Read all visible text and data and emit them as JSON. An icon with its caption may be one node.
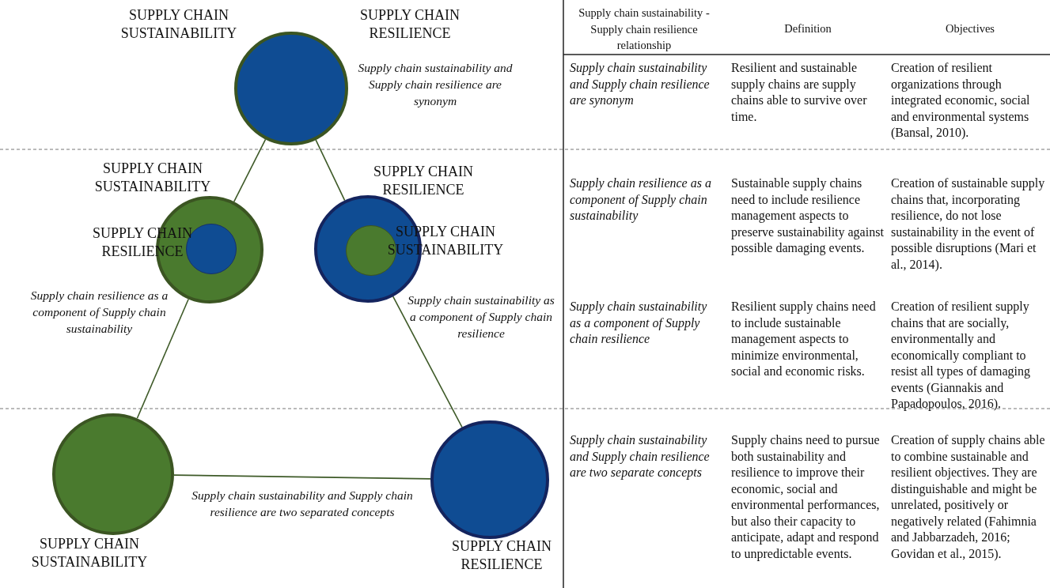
{
  "diagram": {
    "nodes": [
      {
        "text": [
          "SUPPLY CHAIN SUSTAINABILITY",
          "SUPPLY CHAIN RESILIENCE"
        ],
        "beside": [
          "Supply chain sustainability and Supply chain resilience are synonym"
        ]
      },
      {
        "text": [
          "SUPPLY CHAIN SUSTAINABILITY"
        ],
        "beside": [
          "Supply chain resilience as a component of Supply chain sustainability"
        ]
      },
      {
        "text": [
          "SUPPLY CHAIN RESILIENCE"
        ],
        "in": 1
      },
      {
        "text": [
          "SUPPLY CHAIN RESILIENCE"
        ],
        "beside": [
          "Supply chain sustainability as a component of Supply chain resilience"
        ]
      },
      {
        "text": [
          "SUPPLY CHAIN SUSTAINABILITY"
        ],
        "in": 3
      },
      {
        "text": [
          "SUPPLY CHAIN SUSTAINABILITY"
        ]
      },
      {
        "text": [
          "SUPPLY CHAIN RESILIENCE"
        ]
      }
    ],
    "edges": [
      {
        "from": 0,
        "to": 1,
        "arrow": "none"
      },
      {
        "from": 0,
        "to": 3,
        "arrow": "none"
      },
      {
        "from": 1,
        "to": 5,
        "arrow": "none"
      },
      {
        "from": 3,
        "to": 6,
        "arrow": "none"
      },
      {
        "from": 5,
        "to": 6,
        "arrow": "none",
        "label": "Supply chain sustainability and Supply chain resilience are two separated concepts"
      }
    ],
    "labels": [
      "Supply chain sustainability - Supply chain resilience relationship",
      "Definition",
      "Objectives",
      "Supply chain sustainability and Supply chain resilience are synonym",
      "Resilient and sustainable supply chains are supply chains able to survive over time.",
      "Creation of resilient organizations through integrated economic, social and environmental systems (Bansal, 2010).",
      "Supply chain resilience as a component of Supply chain sustainability",
      "Sustainable supply chains need to include resilience management aspects to preserve sustainability against possible damaging events.",
      "Creation of sustainable supply chains that, incorporating resilience, do not lose sustainability in the event of possible disruptions (Mari et al., 2014).",
      "Supply chain sustainability as a component of Supply chain resilience",
      "Resilient supply chains need to include sustainable management aspects to minimize environmental, social and economic risks.",
      "Creation of resilient supply chains that are socially, environmentally and economically compliant to resist all types of damaging events (Giannakis and Papadopoulos, 2016).",
      "Supply chain sustainability and Supply chain resilience are two separate concepts",
      "Supply chains need to pursue both sustainability and resilience to improve their economic, social and environmental performances, but also their capacity to anticipate, adapt and respond to unpredictable events.",
      "Creation of supply chains able to combine sustainable and resilient objectives. They are distinguishable and might be unrelated, positively or negatively related (Fahimnia and Jabbarzadeh, 2016; Govidan et al., 2015)."
    ]
  }
}
